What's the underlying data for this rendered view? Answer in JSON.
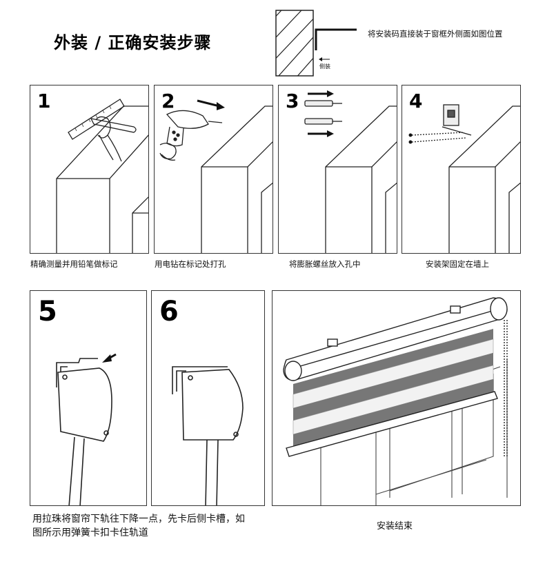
{
  "header": {
    "title": "外装 / 正确安装步骤",
    "note": "将安装码直接装于窗框外侧面如图位置",
    "side_label": "侧装"
  },
  "steps": [
    {
      "number": "1",
      "caption": "精确测量并用铅笔做标记"
    },
    {
      "number": "2",
      "caption": "用电钻在标记处打孔"
    },
    {
      "number": "3",
      "caption": "将膨胀螺丝放入孔中"
    },
    {
      "number": "4",
      "caption": "安装架固定在墙上"
    },
    {
      "number": "5",
      "caption": "用拉珠将窗帘下轨往下降一点，先卡后侧卡槽，如图所示用弹簧卡扣卡住轨道"
    },
    {
      "number": "6",
      "caption": ""
    }
  ],
  "final": {
    "caption": "安装结束"
  }
}
